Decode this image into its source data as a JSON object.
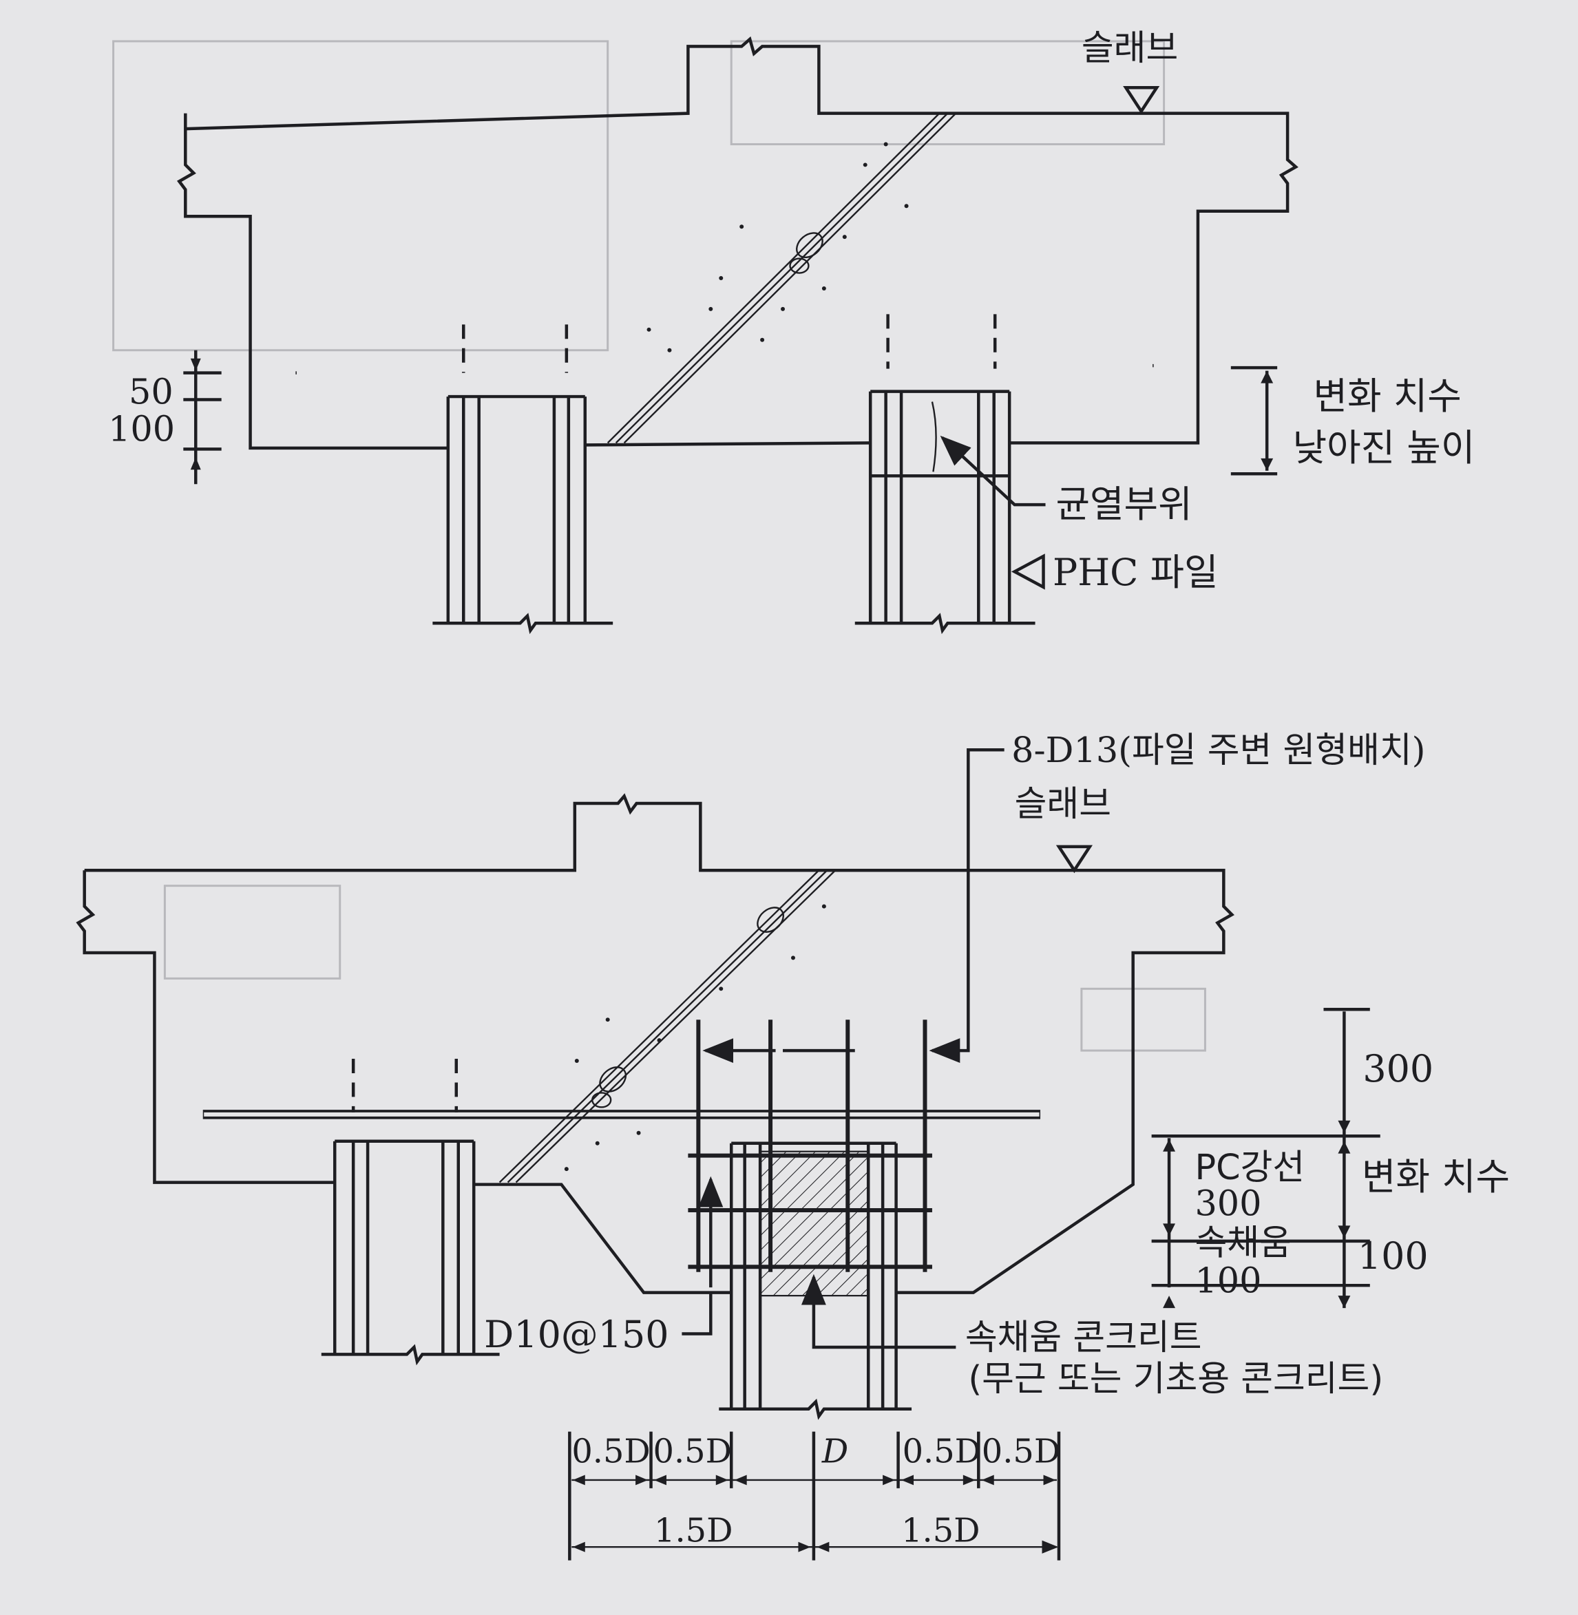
{
  "top_detail": {
    "slab_label": "슬래브",
    "dim_50": "50",
    "dim_100": "100",
    "change_dim_label": "변화 치수",
    "lowered_height_label": "낮아진 높이",
    "crack_label": "균열부위",
    "pile_label": "PHC 파일"
  },
  "bottom_detail": {
    "rebar_note": "8-D13(파일 주변 원형배치)",
    "slab_label": "슬래브",
    "dim_300_right": "300",
    "pc_strand_label": "PC강선",
    "dim_300_left": "300",
    "infill_label": "속채움",
    "dim_100_left": "100",
    "change_dim_label": "변화 치수",
    "dim_100_right": "100",
    "tie_label": "D10@150",
    "infill_concrete_label": "속채움 콘크리트",
    "infill_concrete_note": "(무근 또는 기초용 콘크리트)",
    "dims_row1": [
      "0.5D",
      "0.5D",
      "D",
      "0.5D",
      "0.5D"
    ],
    "dims_row2": [
      "1.5D",
      "1.5D"
    ]
  }
}
